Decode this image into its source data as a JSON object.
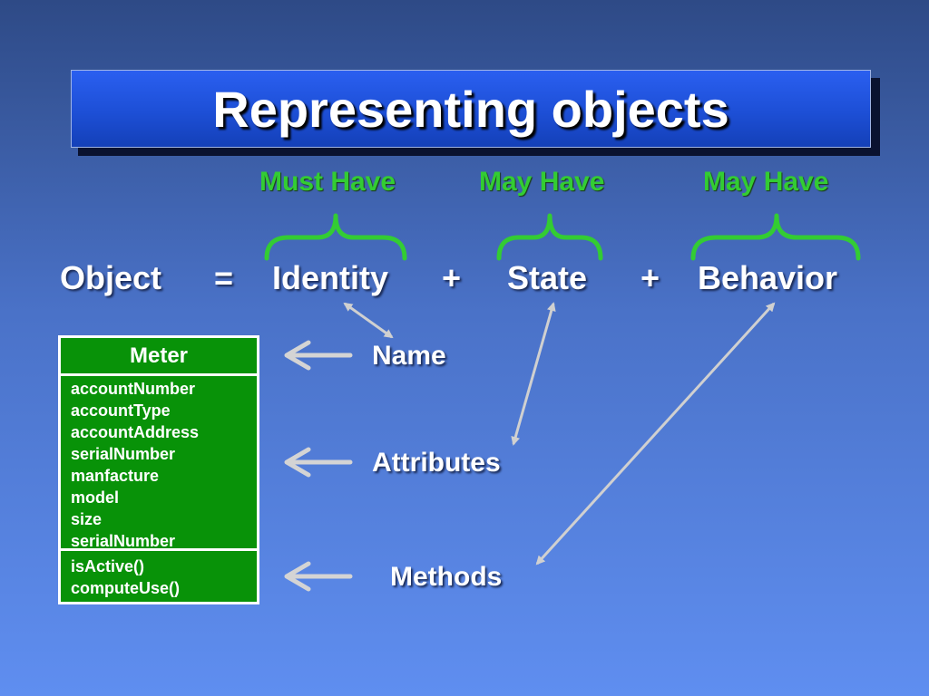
{
  "slide": {
    "title": "Representing objects"
  },
  "equation": {
    "object": "Object",
    "equals": "=",
    "plus1": "+",
    "plus2": "+",
    "parts": [
      {
        "label": "Identity",
        "requirement": "Must Have"
      },
      {
        "label": "State",
        "requirement": "May Have"
      },
      {
        "label": "Behavior",
        "requirement": "May Have"
      }
    ]
  },
  "uml_class": {
    "name": "Meter",
    "attributes": [
      "accountNumber",
      "accountType",
      "accountAddress",
      "serialNumber",
      "manfacture",
      "model",
      "size",
      "serialNumber"
    ],
    "methods": [
      "isActive()",
      "computeUse()"
    ]
  },
  "callouts": {
    "name": "Name",
    "attributes": "Attributes",
    "methods": "Methods"
  },
  "colors": {
    "title_bar": "#1d4fd6",
    "class_box": "#089208",
    "brace": "#33cc33",
    "arrow": "#d0d0d0"
  }
}
